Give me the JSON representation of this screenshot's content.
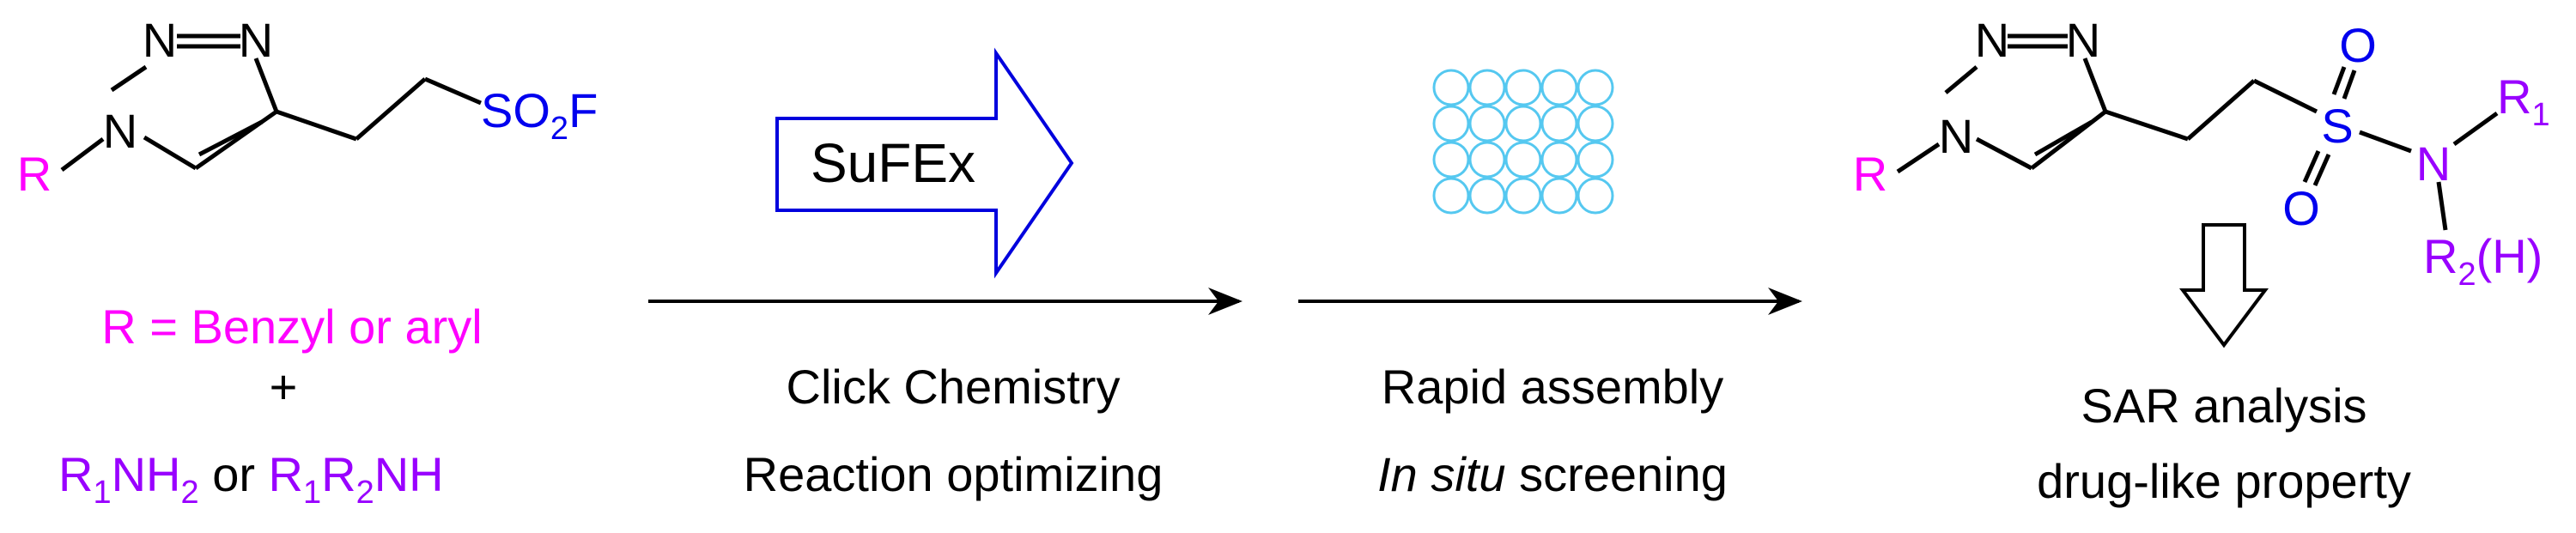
{
  "colors": {
    "ink": "#000000",
    "magenta": "#ff00ff",
    "purple": "#9900ff",
    "blue": "#0000ee",
    "cyan": "#55c8f0",
    "arrow_blue": "#0000dd"
  },
  "reactant": {
    "atom_n1": "N",
    "atom_n2": "N",
    "atom_n3": "N",
    "r_group": "R",
    "so2f": {
      "s": "SO",
      "sub": "2",
      "f": "F"
    }
  },
  "conditions": {
    "r_definition": "R = Benzyl or aryl",
    "plus": "+",
    "amine1": {
      "r": "R",
      "sub": "1",
      "nh": "NH",
      "sub2": "2"
    },
    "or": "or",
    "amine2": {
      "r1": "R",
      "sub1": "1",
      "r2": "R",
      "sub2": "2",
      "nh": "NH"
    }
  },
  "step1": {
    "badge": "SuFEx",
    "line1": "Click Chemistry",
    "line2": "Reaction optimizing"
  },
  "step2": {
    "line1": "Rapid assembly",
    "line2_italic": "In situ",
    "line2_rest": " screening"
  },
  "product": {
    "atom_n1": "N",
    "atom_n2": "N",
    "atom_n3": "N",
    "r_group": "R",
    "s": "S",
    "o_top": "O",
    "o_bottom": "O",
    "n_amide": "N",
    "r1": {
      "r": "R",
      "sub": "1"
    },
    "r2": {
      "r": "R",
      "sub": "2",
      "suffix": "(H)"
    }
  },
  "outcome": {
    "line1": "SAR analysis",
    "line2": "drug-like property"
  }
}
